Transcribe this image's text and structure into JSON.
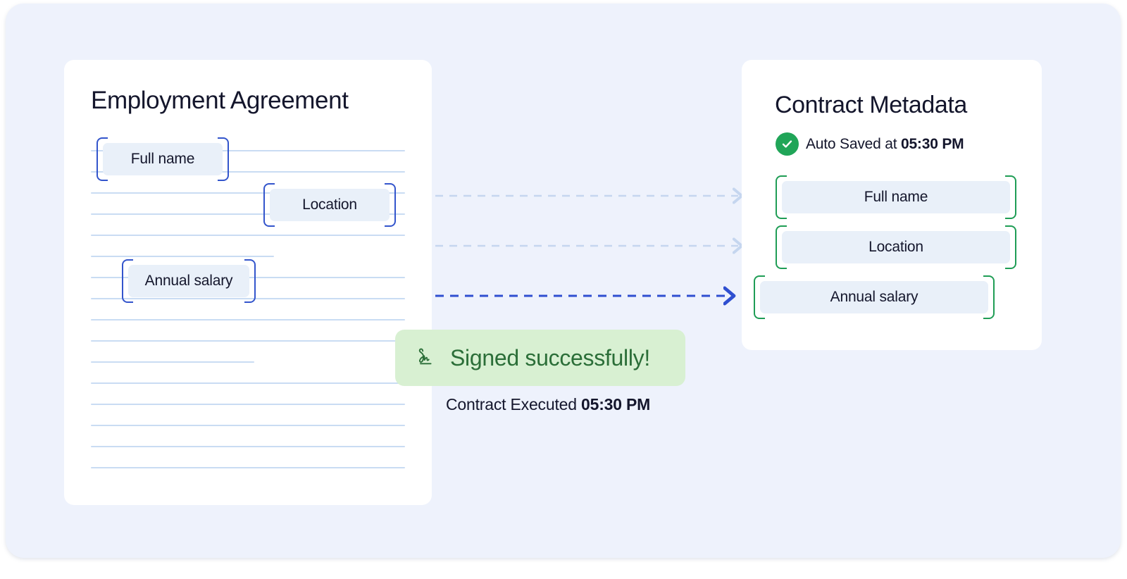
{
  "theme": {
    "panel_bg": "#eef2fc",
    "card_bg": "#ffffff",
    "text_dark": "#14162c",
    "rule_blue": "#c9dcf3",
    "field_fill": "#e9f0f9",
    "bracket_blue": "#3355cc",
    "bracket_green": "#1f9d55",
    "success_green": "#20a558",
    "badge_bg": "#d8f0d2",
    "badge_text": "#2b6e38",
    "arrow_faded": "#c5d6ef",
    "arrow_solid": "#2f4fd0"
  },
  "document_card": {
    "title": "Employment Agreement",
    "fields": [
      {
        "label": "Full name",
        "name": "field-doc-fullname"
      },
      {
        "label": "Location",
        "name": "field-doc-location"
      },
      {
        "label": "Annual salary",
        "name": "field-doc-annualsalary"
      }
    ],
    "rule_count": 18
  },
  "metadata_card": {
    "title": "Contract Metadata",
    "autosave": {
      "icon": "check-circle-icon",
      "prefix": "Auto Saved at",
      "time": "05:30 PM"
    },
    "fields": [
      {
        "label": "Full name",
        "name": "field-meta-fullname"
      },
      {
        "label": "Location",
        "name": "field-meta-location"
      },
      {
        "label": "Annual salary",
        "name": "field-meta-annualsalary"
      }
    ]
  },
  "connectors": [
    {
      "name": "connector-fullname",
      "style": "faded"
    },
    {
      "name": "connector-location",
      "style": "faded"
    },
    {
      "name": "connector-annual-salary",
      "style": "solid"
    }
  ],
  "signed_badge": {
    "icon": "signature-icon",
    "label": "Signed successfully!"
  },
  "executed": {
    "prefix": "Contract Executed",
    "time": "05:30 PM"
  }
}
